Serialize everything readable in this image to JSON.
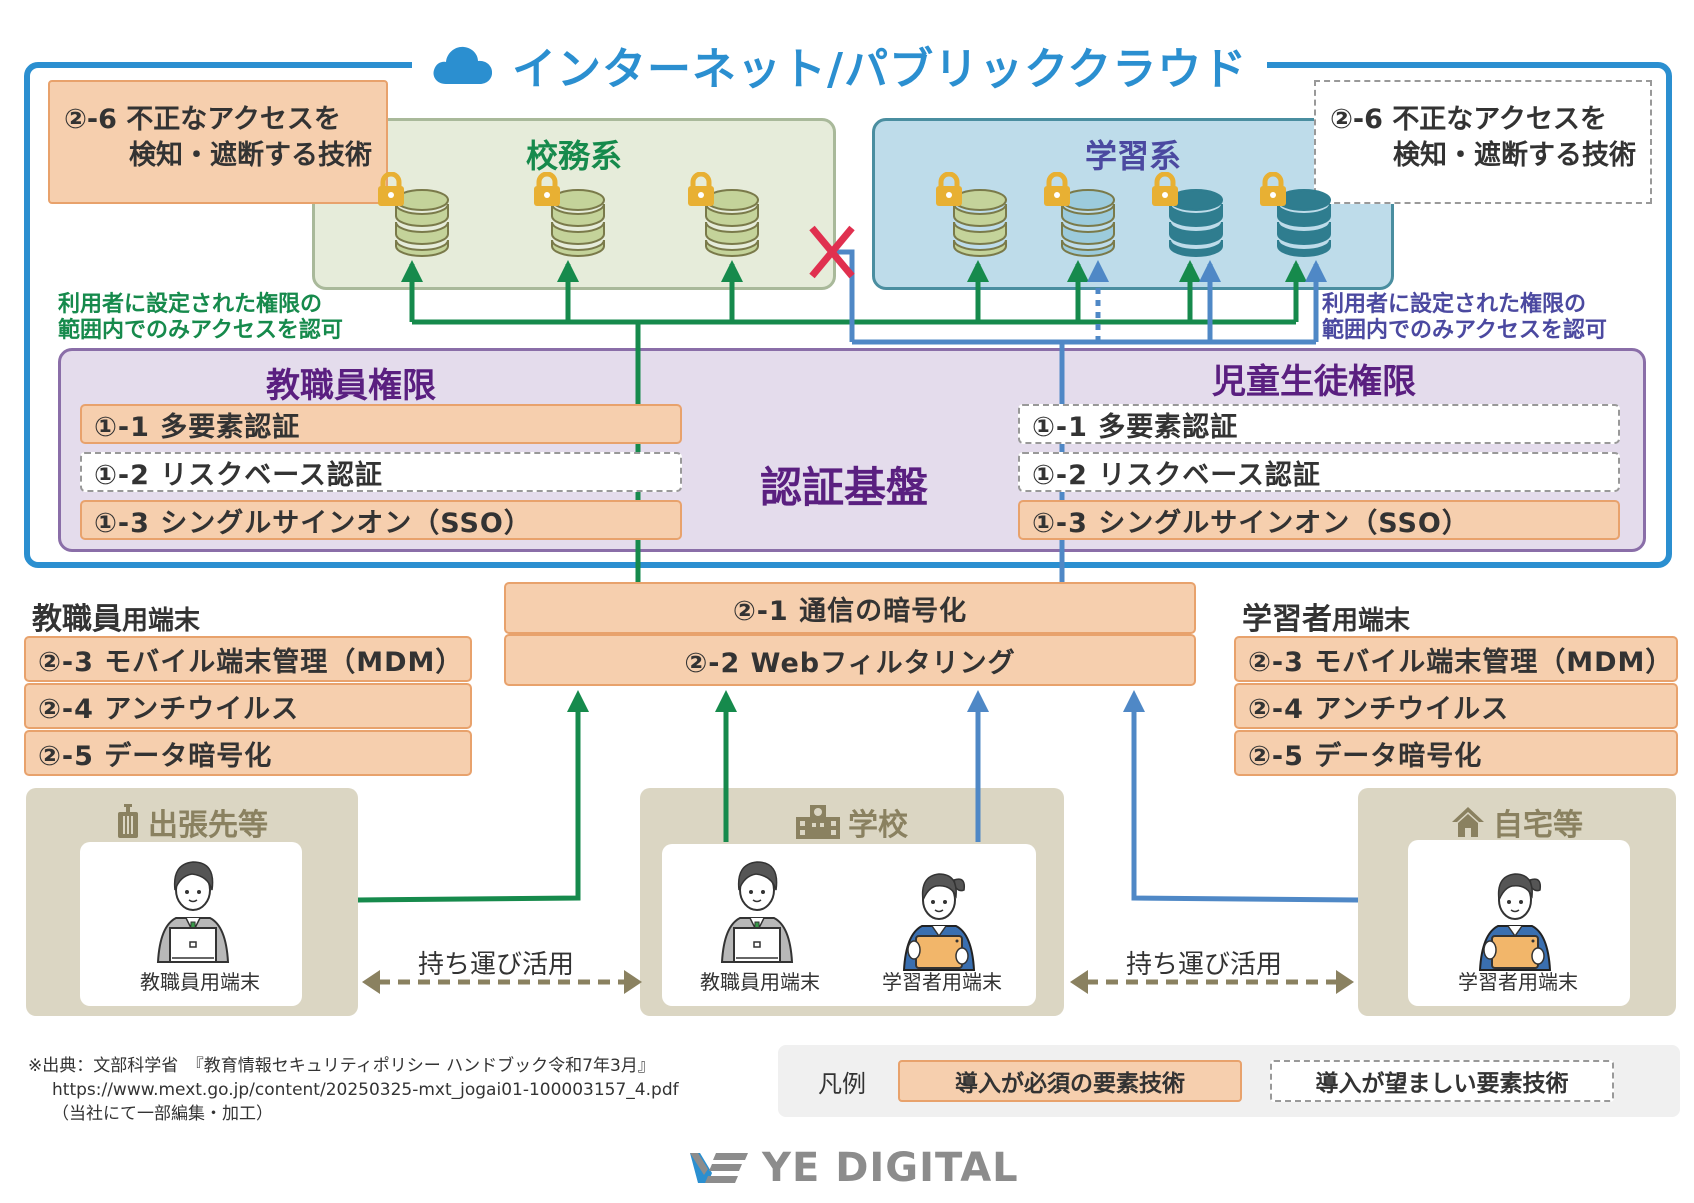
{
  "cloud": {
    "title": "インターネット/パブリッククラウド",
    "icon": "cloud-icon"
  },
  "detection": {
    "left": {
      "line1": "②-6 不正なアクセスを",
      "line2": "検知・遮断する技術",
      "type": "required"
    },
    "right": {
      "line1": "②-6 不正なアクセスを",
      "line2": "検知・遮断する技術",
      "type": "recommended"
    }
  },
  "systems": {
    "admin": {
      "title": "校務系",
      "databases": 3
    },
    "learning": {
      "title": "学習系",
      "databases": 4
    }
  },
  "notes": {
    "left": {
      "line1": "利用者に設定された権限の",
      "line2": "範囲内でのみアクセスを認可"
    },
    "right": {
      "line1": "利用者に設定された権限の",
      "line2": "範囲内でのみアクセスを認可"
    }
  },
  "auth": {
    "center_label": "認証基盤",
    "staff": {
      "title": "教職員権限",
      "items": [
        {
          "label": "①-1 多要素認証",
          "type": "required"
        },
        {
          "label": "①-2 リスクベース認証",
          "type": "recommended"
        },
        {
          "label": "①-3 シングルサインオン（SSO）",
          "type": "required"
        }
      ]
    },
    "student": {
      "title": "児童生徒権限",
      "items": [
        {
          "label": "①-1 多要素認証",
          "type": "recommended"
        },
        {
          "label": "①-2 リスクベース認証",
          "type": "recommended"
        },
        {
          "label": "①-3 シングルサインオン（SSO）",
          "type": "required"
        }
      ]
    }
  },
  "network": {
    "items": [
      {
        "label": "②-1 通信の暗号化",
        "type": "required"
      },
      {
        "label": "②-2 Webフィルタリング",
        "type": "required"
      }
    ]
  },
  "devices": {
    "staff": {
      "title_main": "教職員",
      "title_sub": "用端末",
      "items": [
        {
          "label": "②-3 モバイル端末管理（MDM）",
          "type": "required"
        },
        {
          "label": "②-4 アンチウイルス",
          "type": "required"
        },
        {
          "label": "②-5 データ暗号化",
          "type": "required"
        }
      ]
    },
    "learner": {
      "title_main": "学習者",
      "title_sub": "用端末",
      "items": [
        {
          "label": "②-3 モバイル端末管理（MDM）",
          "type": "required"
        },
        {
          "label": "②-4 アンチウイルス",
          "type": "required"
        },
        {
          "label": "②-5 データ暗号化",
          "type": "required"
        }
      ]
    }
  },
  "locations": {
    "travel": {
      "title": "出張先等",
      "icon": "suitcase-icon",
      "people": [
        {
          "label": "教職員用端末",
          "role": "staff"
        }
      ]
    },
    "school": {
      "title": "学校",
      "icon": "school-icon",
      "people": [
        {
          "label": "教職員用端末",
          "role": "staff"
        },
        {
          "label": "学習者用端末",
          "role": "learner"
        }
      ]
    },
    "home": {
      "title": "自宅等",
      "icon": "home-icon",
      "people": [
        {
          "label": "学習者用端末",
          "role": "learner"
        }
      ]
    }
  },
  "carry": {
    "left": "持ち運び活用",
    "right": "持ち運び活用"
  },
  "source": {
    "line1": "※出典：文部科学省　『教育情報セキュリティポリシー ハンドブック令和7年3月』",
    "line2": "https://www.mext.go.jp/content/20250325-mxt_jogai01-100003157_4.pdf",
    "line3": "（当社にて一部編集・加工）"
  },
  "legend": {
    "label": "凡例",
    "required": "導入が必須の要素技術",
    "recommended": "導入が望ましい要素技術"
  },
  "logo": {
    "text": "YE DIGITAL"
  },
  "colors": {
    "cloud_blue": "#2b8fd0",
    "staff_green": "#168a4c",
    "learner_blue": "#4f88c6",
    "required_fill": "#f6cfae",
    "required_border": "#e8a26c",
    "auth_purple": "#5a1f80",
    "blocked_red": "#e0304f",
    "lock_gold": "#e8b033"
  }
}
